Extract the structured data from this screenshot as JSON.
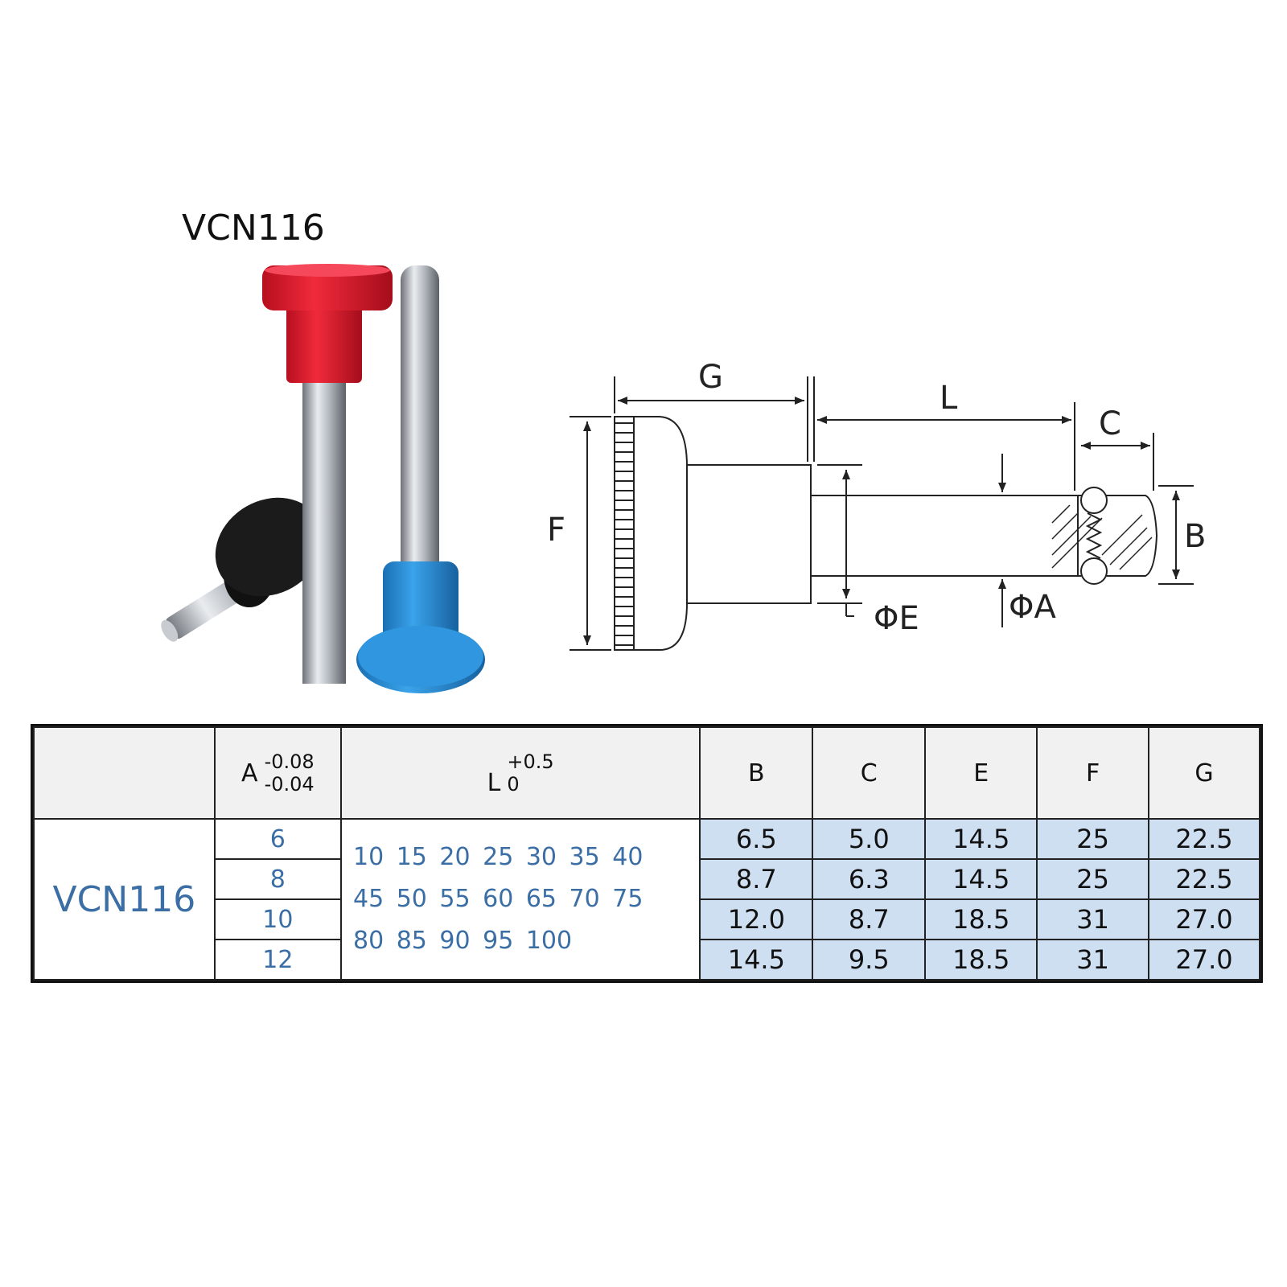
{
  "product_title": "VCN116",
  "drawing": {
    "labels": {
      "g": "G",
      "l": "L",
      "c": "C",
      "f": "F",
      "b": "B",
      "e": "ΦE",
      "a": "ΦA"
    }
  },
  "table": {
    "headers": {
      "model": "",
      "a_symbol": "A",
      "a_tol_upper": "-0.08",
      "a_tol_lower": "-0.04",
      "l_symbol": "L",
      "l_tol_upper": "+0.5",
      "l_tol_lower": "0",
      "b": "B",
      "c": "C",
      "e": "E",
      "f": "F",
      "g": "G"
    },
    "model": "VCN116",
    "l_lines": [
      "10 15 20 25 30 35 40",
      "45 50 55 60 65 70 75",
      "80 85 90 95 100"
    ],
    "rows": [
      {
        "a": "6",
        "b": "6.5",
        "c": "5.0",
        "e": "14.5",
        "f": "25",
        "g": "22.5"
      },
      {
        "a": "8",
        "b": "8.7",
        "c": "6.3",
        "e": "14.5",
        "f": "25",
        "g": "22.5"
      },
      {
        "a": "10",
        "b": "12.0",
        "c": "8.7",
        "e": "18.5",
        "f": "31",
        "g": "27.0"
      },
      {
        "a": "12",
        "b": "14.5",
        "c": "9.5",
        "e": "18.5",
        "f": "31",
        "g": "27.0"
      }
    ]
  },
  "colors": {
    "red_knob": "#e0192c",
    "blue_knob": "#2a8fd6",
    "black_knob": "#1b1b1b",
    "table_value_fill": "#cfdff2",
    "table_text_blue": "#3a6ea5"
  }
}
